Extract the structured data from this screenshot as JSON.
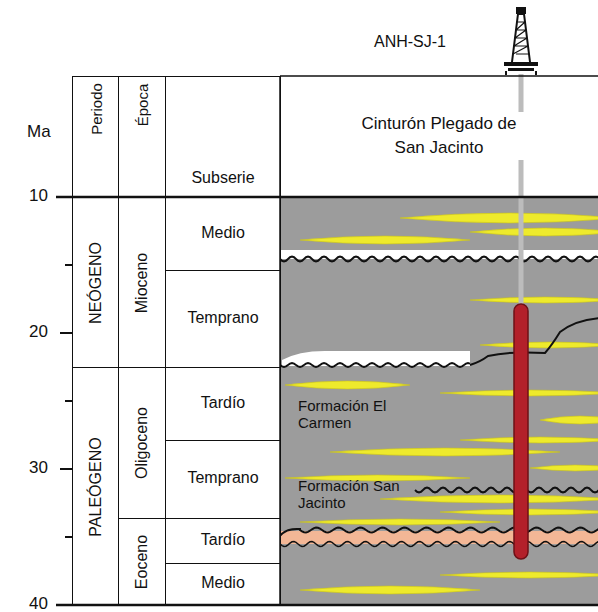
{
  "diagram": {
    "nodes": [
      {
        "text": [
          "Periodo"
        ]
      },
      {
        "text": [
          "Época"
        ]
      },
      {
        "text": [
          "Subserie"
        ]
      },
      {
        "text": [
          "Cinturón Plegado de San Jacinto"
        ]
      },
      {
        "text": [
          "NEÓGENO"
        ]
      },
      {
        "text": [
          "Mioceno"
        ]
      },
      {
        "text": [
          "Medio"
        ]
      },
      {
        "text": [
          "Temprano"
        ]
      },
      {
        "text": [
          "PALEÓGENO"
        ]
      },
      {
        "text": [
          "Oligoceno"
        ]
      },
      {
        "text": [
          "Tardío"
        ]
      },
      {
        "text": [
          "Temprano"
        ]
      },
      {
        "text": [
          "Eoceno"
        ]
      },
      {
        "text": [
          "Tardío"
        ]
      },
      {
        "text": [
          "Medio"
        ]
      }
    ],
    "labels": [
      "ANH-SJ-1",
      "Ma",
      "10",
      "20",
      "30",
      "40",
      "Formación El Carmen",
      "Formación San Jacinto"
    ]
  }
}
